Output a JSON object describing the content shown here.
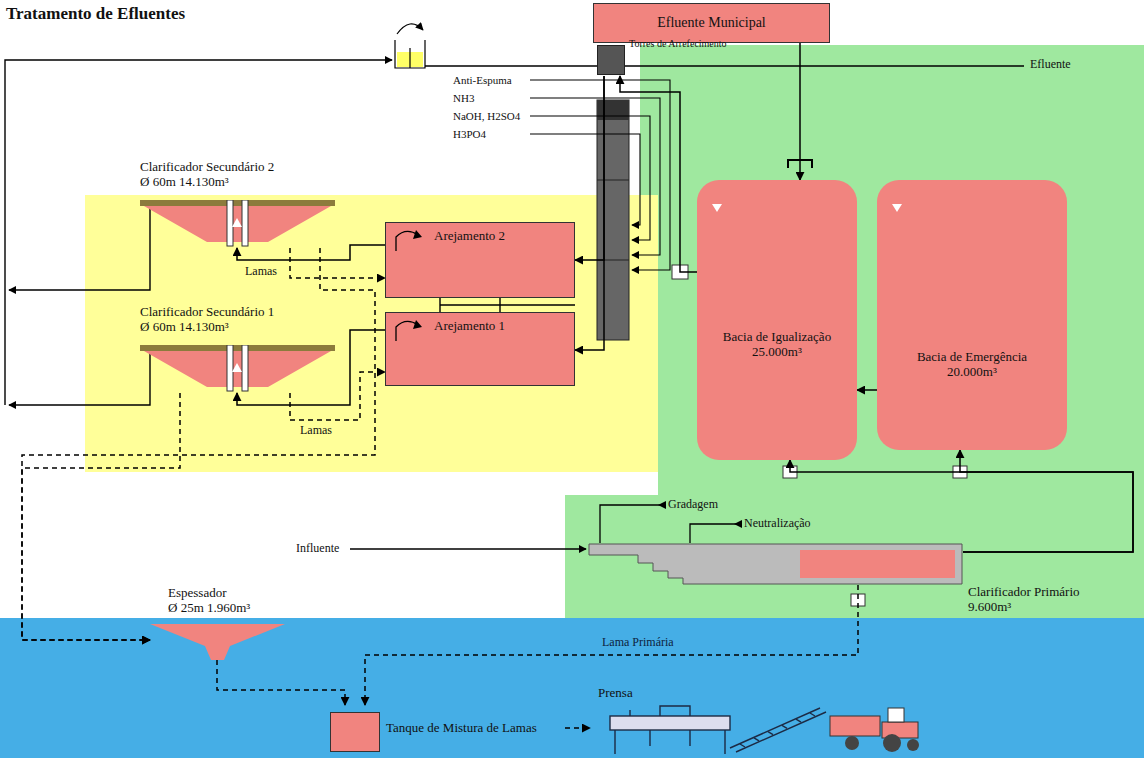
{
  "diagram": {
    "title": "Tratamento de Efluentes",
    "nodes": [
      {
        "text": [
          "Efluente Municipal"
        ]
      },
      {
        "text": [
          "Torres de Arrefecimento"
        ]
      },
      {
        "text": [
          "Clarificador Secundário 2",
          "Ø 60m 14.130m³"
        ]
      },
      {
        "text": [
          "Clarificador Secundário 1",
          "Ø 60m 14.130m³"
        ]
      },
      {
        "text": [
          "Arejamento 2"
        ]
      },
      {
        "text": [
          "Arejamento 1"
        ]
      },
      {
        "text": [
          "Bacia de Igualização",
          "25.000m³"
        ]
      },
      {
        "text": [
          "Bacia de Emergência",
          "20.000m³"
        ]
      },
      {
        "text": [
          "Clarificador Primário",
          "9.600m³"
        ]
      },
      {
        "text": [
          "Espessador",
          "Ø 25m 1.960m³"
        ]
      },
      {
        "text": [
          "Tanque de Mistura de Lamas"
        ]
      },
      {
        "text": [
          "Prensa"
        ]
      }
    ],
    "edges": [
      {
        "from": 0,
        "to": 6,
        "arrow": "to"
      },
      {
        "from": 7,
        "to": 6,
        "arrow": "to"
      },
      {
        "from": 8,
        "to": 6,
        "arrow": "to"
      },
      {
        "from": 8,
        "to": 7,
        "arrow": "to"
      },
      {
        "from": 6,
        "to": 1,
        "arrow": "to"
      },
      {
        "from": 1,
        "to": 4,
        "arrow": "to"
      },
      {
        "from": 1,
        "to": 5,
        "arrow": "to"
      },
      {
        "from": 4,
        "to": 2,
        "arrow": "to"
      },
      {
        "from": 5,
        "to": 3,
        "arrow": "to"
      },
      {
        "from": 2,
        "to": 4,
        "label": "Lamas",
        "arrow": "to"
      },
      {
        "from": 3,
        "to": 5,
        "label": "Lamas",
        "arrow": "to"
      },
      {
        "from": 2,
        "to": 9,
        "arrow": "to"
      },
      {
        "from": 3,
        "to": 9,
        "arrow": "to"
      },
      {
        "from": 9,
        "to": 10,
        "arrow": "to"
      },
      {
        "from": 8,
        "to": 10,
        "label": "Lama Primária",
        "arrow": "to"
      },
      {
        "from": 10,
        "to": 11,
        "arrow": "to"
      }
    ],
    "labels": [
      "Anti-Espuma",
      "NH3",
      "NaOH, H2SO4",
      "H3PO4",
      "Efluente",
      "Influente",
      "Gradagem",
      "Neutralização"
    ]
  }
}
